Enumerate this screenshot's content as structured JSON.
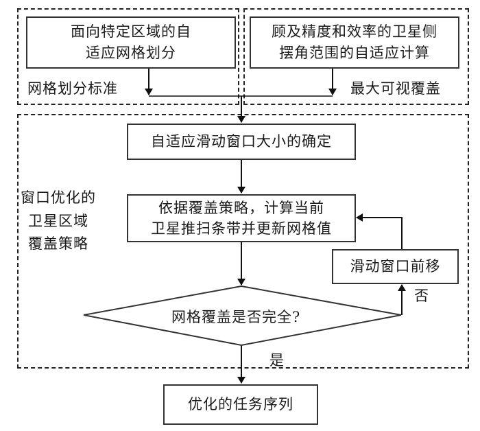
{
  "top_left_group": {
    "box_lines": [
      "面向特定区域的自",
      "适应网格划分"
    ],
    "label": "网格划分标准"
  },
  "top_right_group": {
    "box_lines": [
      "顾及精度和效率的卫星侧",
      "摆角范围的自适应计算"
    ],
    "label": "最大可视覆盖"
  },
  "main_group": {
    "label_lines": [
      "窗口优化的",
      "卫星区域",
      "覆盖策略"
    ],
    "step1": "自适应滑动窗口大小的确定",
    "step2_lines": [
      "依据覆盖策略，计算当前",
      "卫星推扫条带并更新网格值"
    ],
    "decision": "网格覆盖是否完全?",
    "no_label": "否",
    "loop_box": "滑动窗口前移",
    "yes_label": "是"
  },
  "output": {
    "label": "优化的任务序列"
  }
}
